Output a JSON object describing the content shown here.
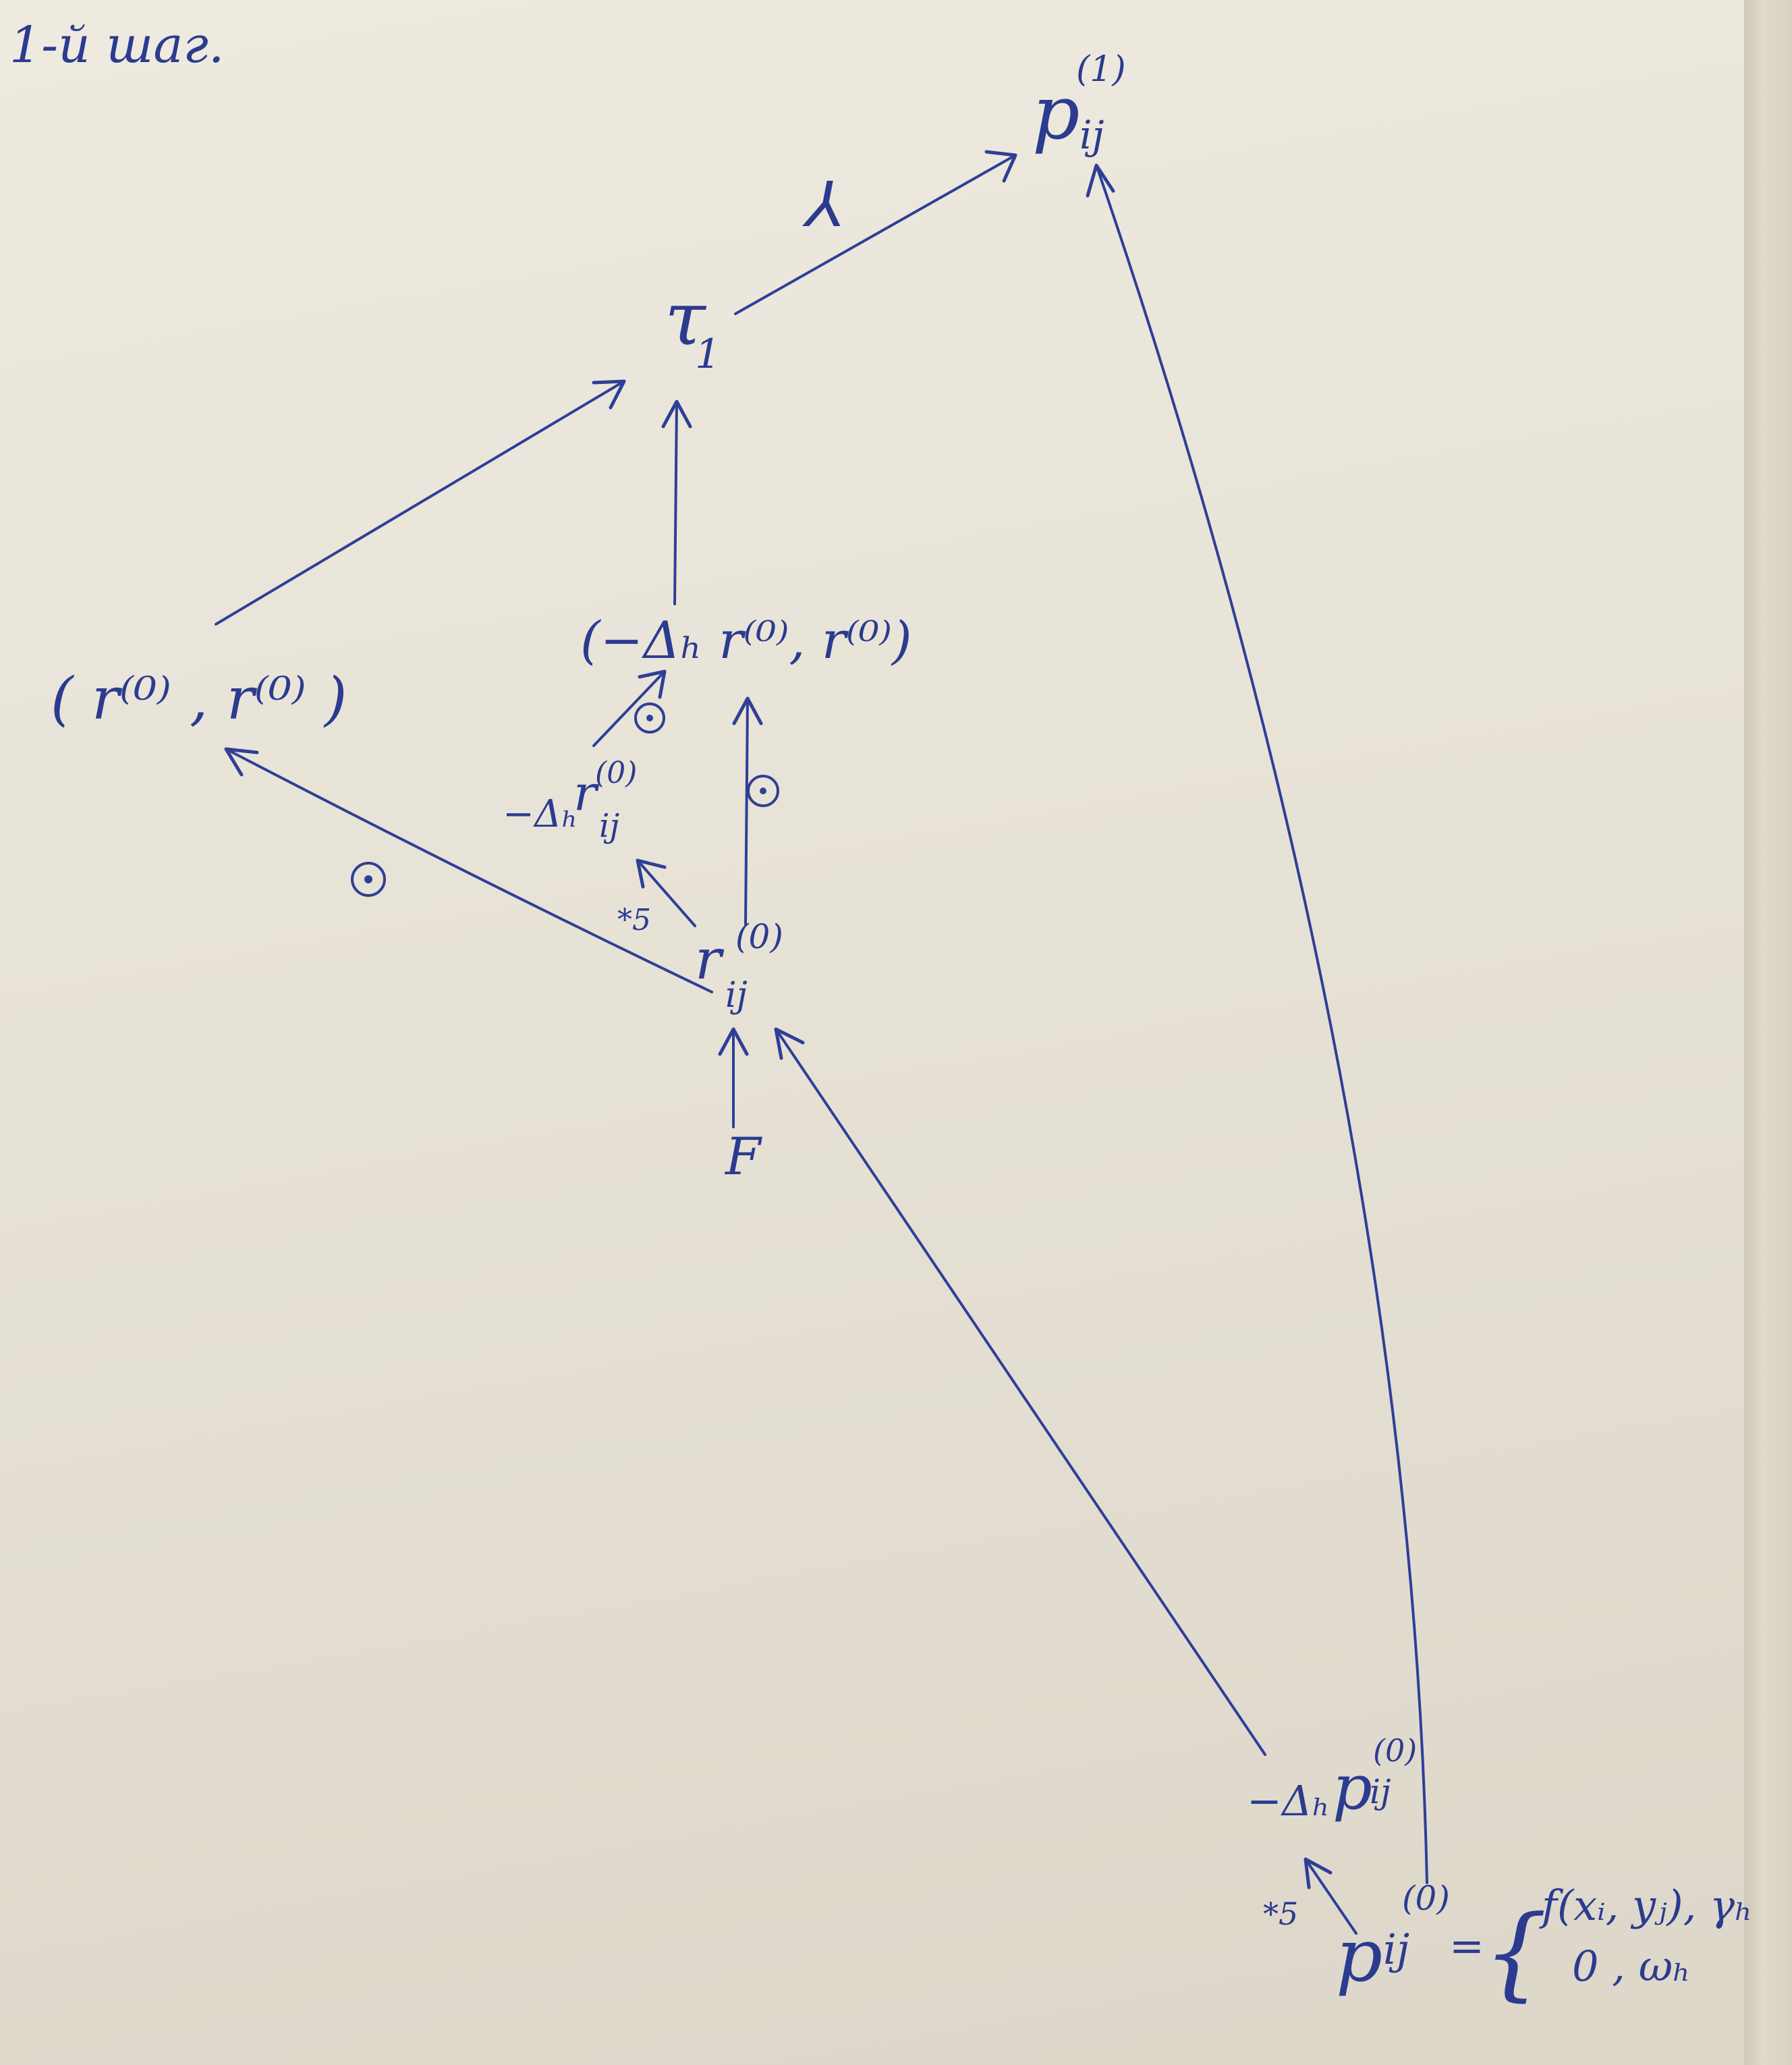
{
  "title": "1-й шаг.",
  "nodes": {
    "p1": {
      "base": "p",
      "sub": "ij",
      "sup": "(1)"
    },
    "tau1": {
      "base": "τ",
      "sub": "1"
    },
    "rr": {
      "text": "( r⁽⁰⁾ , r⁽⁰⁾ )"
    },
    "lap_r_r": {
      "text": "(−Δₕ r⁽⁰⁾, r⁽⁰⁾)"
    },
    "lap_rij": {
      "prefix": "−Δₕ",
      "base": "r",
      "sub": "ij",
      "sup": "(0)"
    },
    "rij": {
      "base": "r",
      "sub": "ij",
      "sup": "(0)"
    },
    "F": {
      "text": "F"
    },
    "lap_pij": {
      "prefix": "−Δₕ",
      "base": "p",
      "sub": "ij",
      "sup": "(0)"
    },
    "p0": {
      "base": "p",
      "sub": "ij",
      "sup": "(0)",
      "eq": "=",
      "case1": "f(xᵢ, yⱼ), γₕ",
      "case2": "0      , ωₕ"
    }
  },
  "edge_labels": {
    "alpha": "⅄",
    "star5_upper": "*5",
    "star5_lower": "*5"
  },
  "colors": {
    "ink": "#2f3f96",
    "paper": "#eeeae0"
  }
}
